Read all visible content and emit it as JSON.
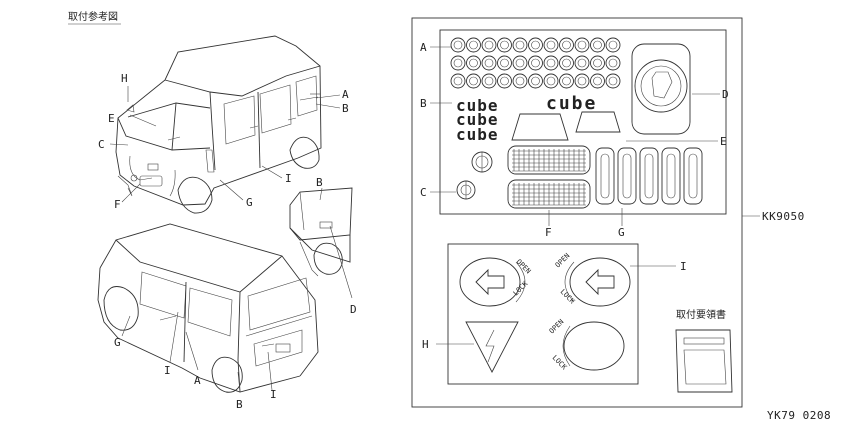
{
  "header": {
    "install_reference": "取付参考図"
  },
  "part_number": "KK9050",
  "drawing_code": "YK79 0208",
  "instruction_sheet": {
    "title": "取付要領書"
  },
  "sticker_text": {
    "logo": "cube",
    "open": "OPEN",
    "lock": "LOCK"
  },
  "callouts": {
    "A": "A",
    "B": "B",
    "C": "C",
    "D": "D",
    "E": "E",
    "F": "F",
    "G": "G",
    "H": "H",
    "I": "I"
  }
}
